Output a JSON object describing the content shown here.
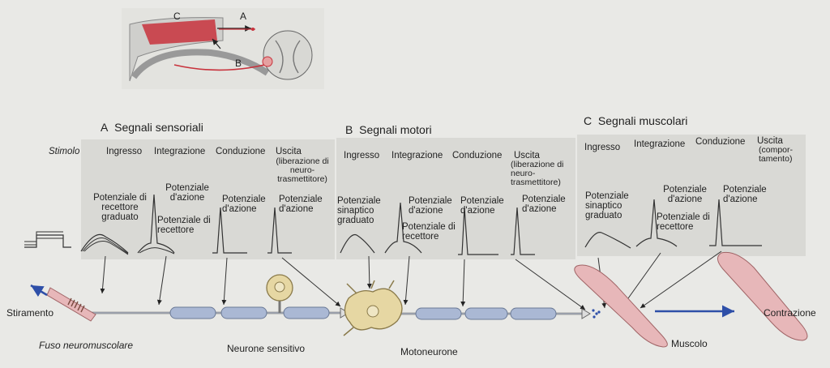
{
  "inset": {
    "label_c": "C",
    "label_a": "A",
    "label_b": "B"
  },
  "sections": [
    {
      "letter": "A",
      "title": "Segnali sensoriali"
    },
    {
      "letter": "B",
      "title": "Segnali motori"
    },
    {
      "letter": "C",
      "title": "Segnali muscolari"
    }
  ],
  "columns_a": {
    "stimolo": "Stimolo",
    "ingresso": "Ingresso",
    "integrazione": "Integrazione",
    "conduzione": "Conduzione",
    "uscita": "Uscita",
    "uscita_note": "(liberazione di neuro-trasmettitore)"
  },
  "columns_b": {
    "ingresso": "Ingresso",
    "integrazione": "Integrazione",
    "conduzione": "Conduzione",
    "uscita": "Uscita",
    "uscita_note": "(liberazione di neuro-trasmettitore)"
  },
  "columns_c": {
    "ingresso": "Ingresso",
    "integrazione": "Integrazione",
    "conduzione": "Conduzione",
    "uscita": "Uscita",
    "uscita_note": "(compor-tamento)"
  },
  "waves_a": {
    "graduato": "Potenziale di recettore graduato",
    "azione_top": "Potenziale d'azione",
    "recettore": "Potenziale di recettore",
    "azione_cond": "Potenziale d'azione",
    "azione_out": "Potenziale d'azione"
  },
  "waves_b": {
    "sinaptico": "Potenziale sinaptico graduato",
    "azione_top": "Potenziale d'azione",
    "recettore": "Potenziale di recettore",
    "azione_cond": "Potenziale d'azione",
    "azione_out": "Potenziale d'azione"
  },
  "waves_c": {
    "sinaptico": "Potenziale sinaptico graduato",
    "azione_top": "Potenziale d'azione",
    "recettore": "Potenziale di recettore",
    "azione_out": "Potenziale d'azione"
  },
  "bottom": {
    "stiramento": "Stiramento",
    "fuso": "Fuso neuromuscolare",
    "neurone_sensitivo": "Neurone sensitivo",
    "motoneurone": "Motoneurone",
    "muscolo": "Muscolo",
    "contrazione": "Contrazione"
  },
  "colors": {
    "accent_red": "#c8323c",
    "arrow_blue": "#2e4fa8",
    "axon_blue": "#aab8d4",
    "muscle_pink": "#e7b7b9"
  }
}
